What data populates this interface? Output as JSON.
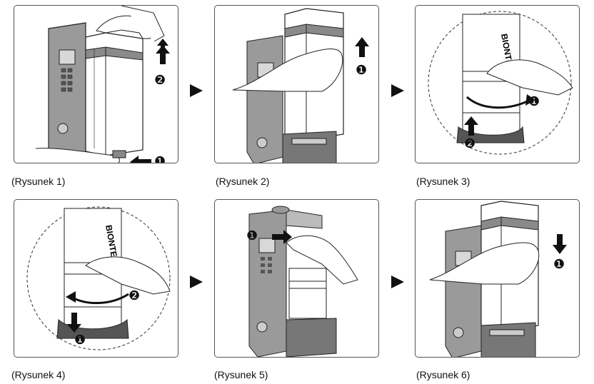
{
  "figures": [
    {
      "caption": "(Rysunek 1)",
      "steps": [
        "❶",
        "❷"
      ],
      "arrow_icons": [
        "arrow-left-icon",
        "arrow-up-icon"
      ]
    },
    {
      "caption": "(Rysunek 2)",
      "steps": [
        "❶"
      ],
      "arrow_icons": [
        "arrow-up-icon"
      ]
    },
    {
      "caption": "(Rysunek 3)",
      "steps": [
        "❶",
        "❷"
      ],
      "arrow_icons": [
        "curved-arrow-right-icon",
        "arrow-up-icon"
      ]
    },
    {
      "caption": "(Rysunek 4)",
      "steps": [
        "❶",
        "❷"
      ],
      "arrow_icons": [
        "arrow-down-icon",
        "curved-arrow-left-icon"
      ]
    },
    {
      "caption": "(Rysunek 5)",
      "steps": [
        "❶"
      ],
      "arrow_icons": [
        "arrow-right-icon"
      ]
    },
    {
      "caption": "(Rysunek 6)",
      "steps": [
        "❶"
      ],
      "arrow_icons": [
        "arrow-down-icon"
      ]
    }
  ],
  "brand_label": "BIONTE",
  "next_step_icon": "triangle-right-icon",
  "colors": {
    "line": "#222222",
    "panel_border": "#555555",
    "device_grey": "#9a9a9a",
    "dark_grey": "#5a5a5a"
  }
}
